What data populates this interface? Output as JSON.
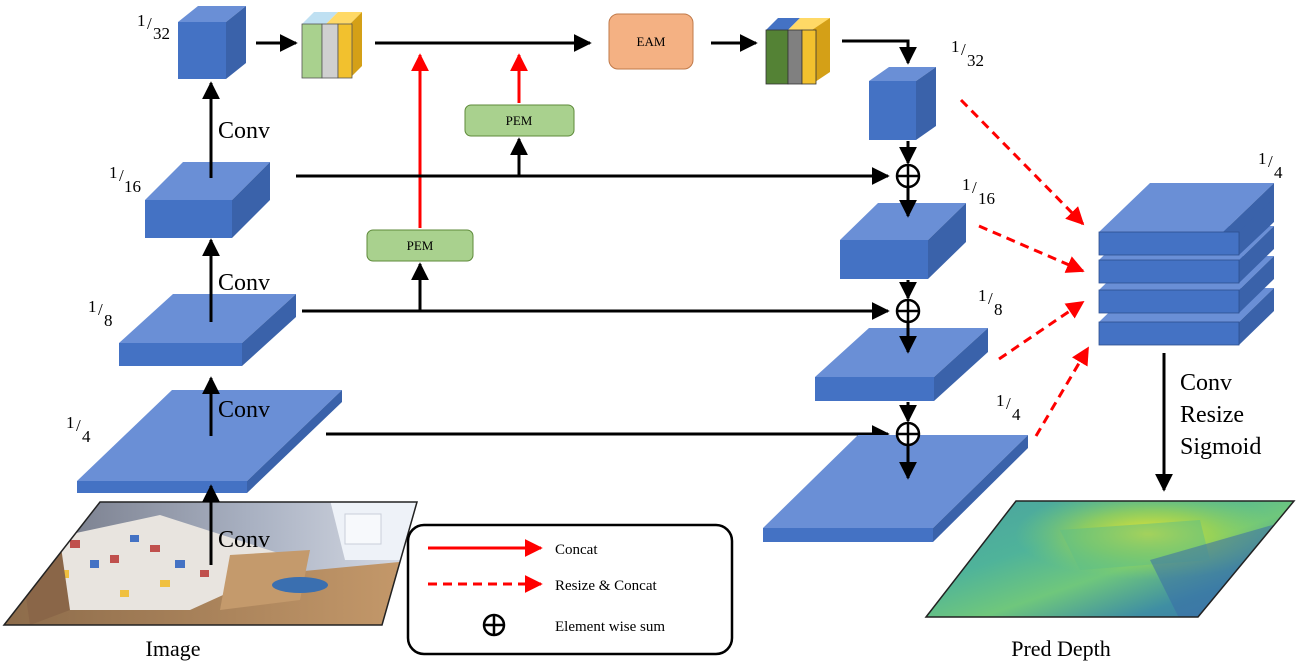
{
  "scale_labels": {
    "enc_32": {
      "num": "1",
      "den": "32"
    },
    "enc_16": {
      "num": "1",
      "den": "16"
    },
    "enc_8": {
      "num": "1",
      "den": "8"
    },
    "enc_4": {
      "num": "1",
      "den": "4"
    },
    "dec_32": {
      "num": "1",
      "den": "32"
    },
    "dec_16": {
      "num": "1",
      "den": "16"
    },
    "dec_8": {
      "num": "1",
      "den": "8"
    },
    "dec_4": {
      "num": "1",
      "den": "4"
    },
    "stack_4": {
      "num": "1",
      "den": "4"
    }
  },
  "conv_labels": [
    "Conv",
    "Conv",
    "Conv",
    "Conv"
  ],
  "modules": {
    "eam": "EAM",
    "pem_upper": "PEM",
    "pem_lower": "PEM"
  },
  "head_labels": [
    "Conv",
    "Resize",
    "Sigmoid"
  ],
  "captions": {
    "input": "Image",
    "output": "Pred Depth"
  },
  "legend": {
    "concat": "Concat",
    "resize_concat": "Resize & Concat",
    "sum": "Element wise sum"
  },
  "colors": {
    "block_front": "#4472c4",
    "block_top": "#6a8fd6",
    "block_side": "#3a62aa",
    "eam_fill": "#f4b183",
    "pem_fill": "#a9d18e",
    "concat_arrow": "#ff0000",
    "flow_arrow": "#000000"
  },
  "icons": {
    "sum": "circle-plus-icon",
    "input_image": "bedroom-photo",
    "depth_map": "depth-map-gradient"
  }
}
